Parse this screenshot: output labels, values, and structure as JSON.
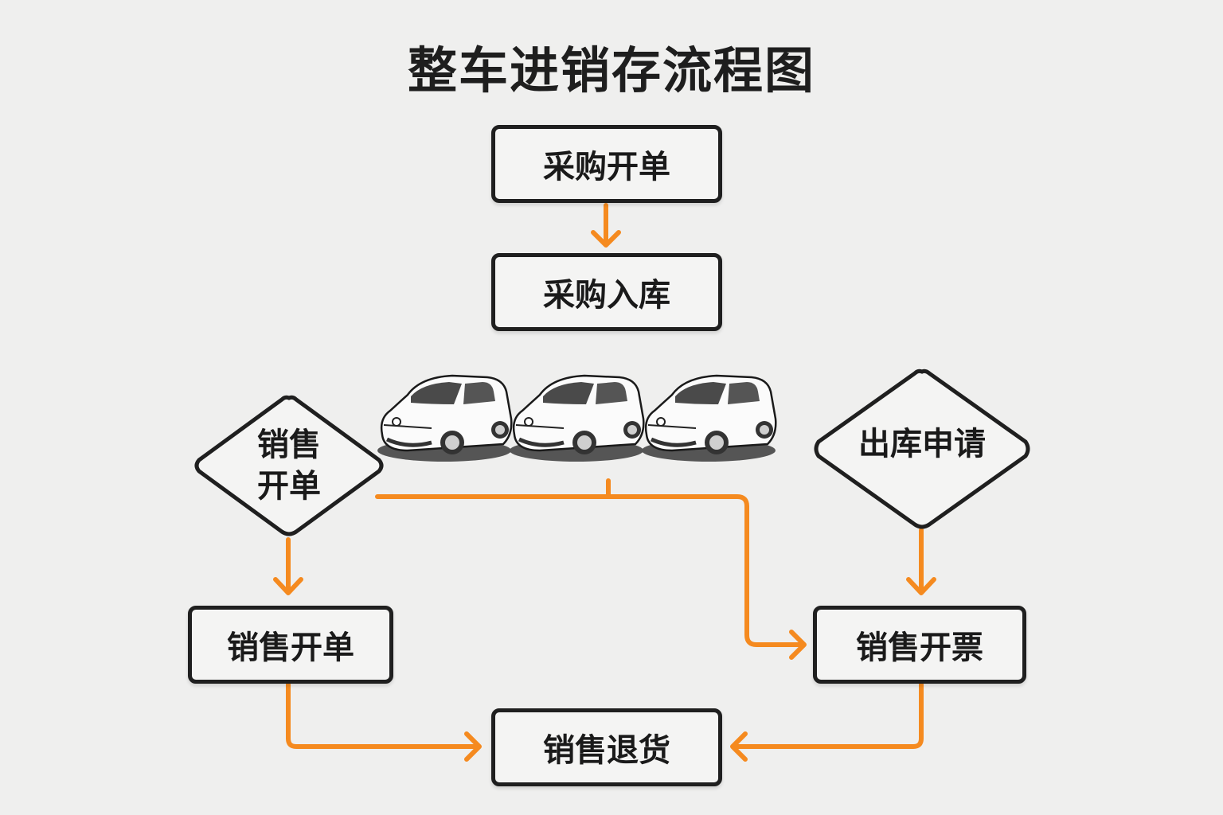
{
  "title": "整车进销存流程图",
  "colors": {
    "arrow": "#f58a1f",
    "border": "#1f1f1f",
    "background": "#efefee"
  },
  "nodes": {
    "purchase_order": {
      "label": "采购开单",
      "shape": "rect"
    },
    "purchase_inbound": {
      "label": "采购入库",
      "shape": "rect"
    },
    "sales_order_decision": {
      "label_line1": "销售",
      "label_line2": "开单",
      "shape": "diamond"
    },
    "outbound_request": {
      "label": "出库申请",
      "shape": "diamond"
    },
    "sales_order": {
      "label": "销售开单",
      "shape": "rect"
    },
    "sales_invoice": {
      "label": "销售开票",
      "shape": "rect"
    },
    "sales_return": {
      "label": "销售退货",
      "shape": "rect"
    }
  },
  "illustration": {
    "icon": "car-icon",
    "count": 3
  },
  "edges": [
    {
      "from": "采购开单",
      "to": "采购入库"
    },
    {
      "from": "销售开单 (diamond)",
      "to": "销售开单"
    },
    {
      "from": "销售开单 (diamond)",
      "to": "销售开票"
    },
    {
      "from": "出库申请",
      "to": "销售开票"
    },
    {
      "from": "销售开单",
      "to": "销售退货"
    },
    {
      "from": "销售开票",
      "to": "销售退货"
    }
  ]
}
